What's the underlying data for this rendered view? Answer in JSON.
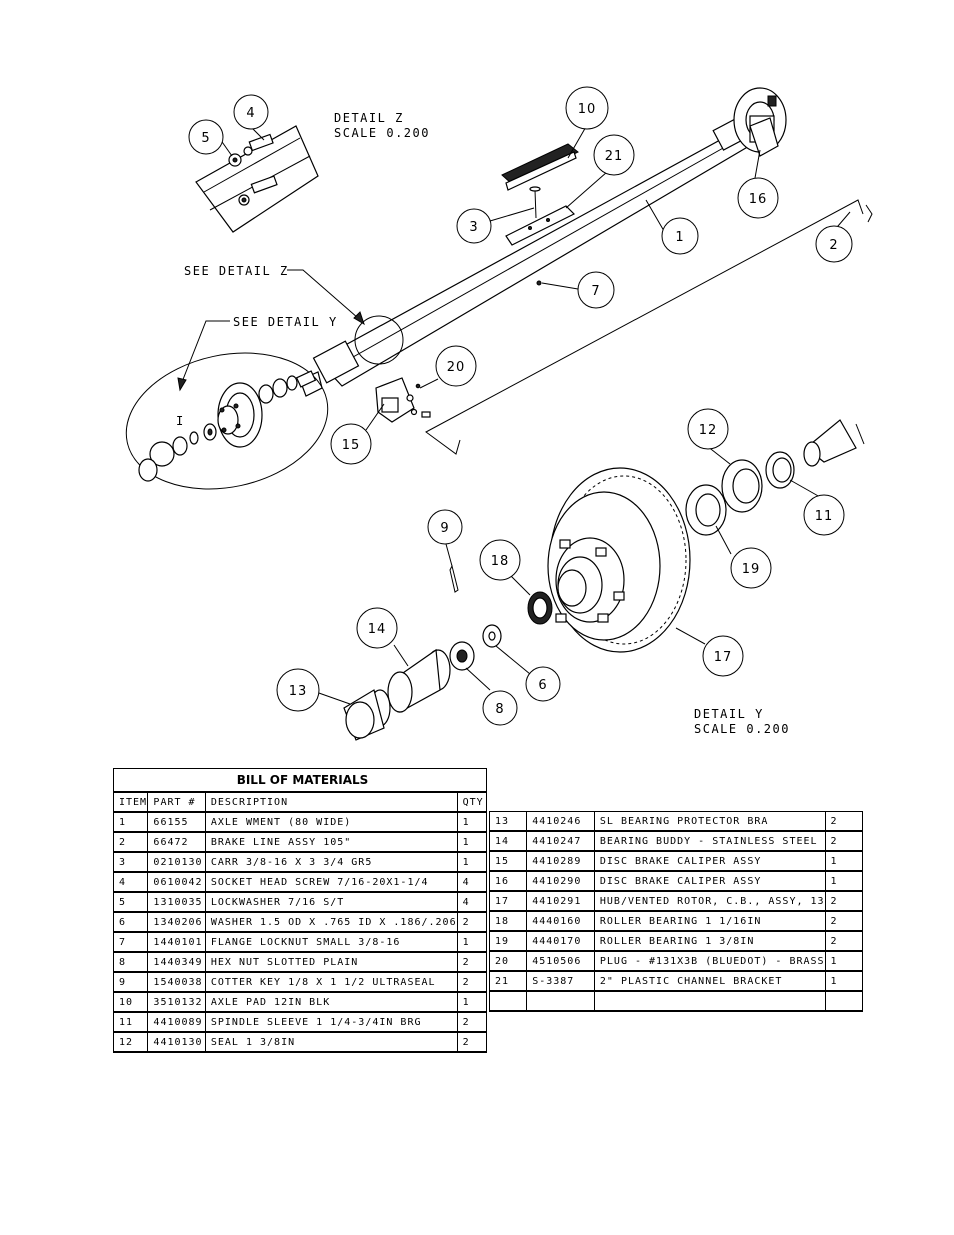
{
  "detail_z": {
    "line1": "DETAIL  Z",
    "line2": "SCALE  0.200"
  },
  "detail_y": {
    "line1": "DETAIL  Y",
    "line2": "SCALE  0.200"
  },
  "see_detail_z": "SEE DETAIL  Z",
  "see_detail_y": "SEE DETAIL  Y",
  "detail_y_marker": "I",
  "balloons": [
    "1",
    "2",
    "3",
    "4",
    "5",
    "6",
    "7",
    "8",
    "9",
    "10",
    "11",
    "12",
    "13",
    "14",
    "15",
    "16",
    "17",
    "18",
    "19",
    "20",
    "21"
  ],
  "bom": {
    "title": "BILL OF MATERIALS",
    "headers": [
      "ITEM",
      "PART #",
      "DESCRIPTION",
      "QTY"
    ],
    "rows_left": [
      [
        "1",
        "66155",
        "AXLE WMENT (80 WIDE)",
        "1"
      ],
      [
        "2",
        "66472",
        "BRAKE LINE ASSY 105\"",
        "1"
      ],
      [
        "3",
        "0210130",
        "CARR 3/8-16 X 3 3/4 GR5",
        "1"
      ],
      [
        "4",
        "0610042",
        "SOCKET HEAD SCREW 7/16-20X1-1/4",
        "4"
      ],
      [
        "5",
        "1310035",
        "LOCKWASHER 7/16 S/T",
        "4"
      ],
      [
        "6",
        "1340206",
        "WASHER 1.5 OD X .765 ID X .186/.206",
        "2"
      ],
      [
        "7",
        "1440101",
        "FLANGE LOCKNUT SMALL 3/8-16",
        "1"
      ],
      [
        "8",
        "1440349",
        "HEX NUT SLOTTED PLAIN",
        "2"
      ],
      [
        "9",
        "1540038",
        "COTTER KEY 1/8 X 1 1/2 ULTRASEAL",
        "2"
      ],
      [
        "10",
        "3510132",
        "AXLE PAD 12IN  BLK",
        "1"
      ],
      [
        "11",
        "4410089",
        "SPINDLE SLEEVE  1 1/4-3/4IN BRG",
        "2"
      ],
      [
        "12",
        "4410130",
        "SEAL  1 3/8IN",
        "2"
      ]
    ],
    "rows_right": [
      [
        "13",
        "4410246",
        "SL BEARING PROTECTOR BRA",
        "2"
      ],
      [
        "14",
        "4410247",
        "BEARING BUDDY - STAINLESS STEEL",
        "2"
      ],
      [
        "15",
        "4410289",
        "DISC BRAKE CALIPER ASSY",
        "1"
      ],
      [
        "16",
        "4410290",
        "DISC BRAKE CALIPER ASSY",
        "1"
      ],
      [
        "17",
        "4410291",
        "HUB/VENTED ROTOR, C.B., ASSY, 13",
        "2"
      ],
      [
        "18",
        "4440160",
        "ROLLER BEARING   1 1/16IN",
        "2"
      ],
      [
        "19",
        "4440170",
        "ROLLER BEARING   1 3/8IN",
        "2"
      ],
      [
        "20",
        "4510506",
        "PLUG - #131X3B (BLUEDOT) - BRASS",
        "1"
      ],
      [
        "21",
        "S-3387",
        "2\" PLASTIC CHANNEL BRACKET",
        "1"
      ],
      [
        "",
        "",
        "",
        ""
      ]
    ]
  }
}
